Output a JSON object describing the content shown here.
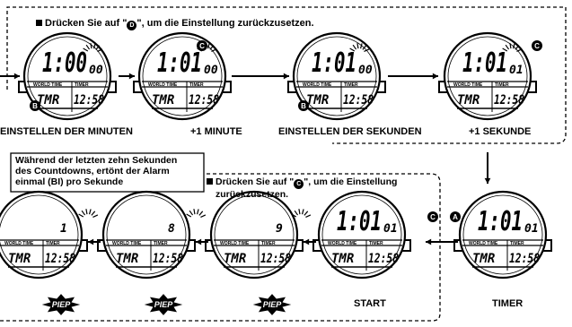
{
  "top_instruction": {
    "pre": "Drücken Sie auf \"",
    "button": "D",
    "post": "\", um die Einstellung zurückzusetzen."
  },
  "bottom_instruction": {
    "line1_pre": "Drücken Sie auf \"",
    "button": "C",
    "line1_post": "\", um die Einstellung",
    "line2": "zurückzusetzen."
  },
  "note_box": {
    "lines": [
      "Während der letzten zehn Sekunden",
      "des Countdowns, ertönt der Alarm",
      "einmal (BI) pro Sekunde"
    ]
  },
  "top_labels": [
    "EINSTELLEN DER MINUTEN",
    "+1 MINUTE",
    "EINSTELLEN DER SEKUNDEN",
    "+1 SEKUNDE"
  ],
  "bottom_labels": {
    "start": "START",
    "timer": "TIMER"
  },
  "piep": "PIEP",
  "buttons": {
    "A": "A",
    "B": "B",
    "C": "C",
    "D": "D"
  },
  "watches": [
    {
      "main": "1:00",
      "small": "00",
      "tab1": "WORLD TIME",
      "tab2": "TIMER",
      "bottom_left": "TMR",
      "bottom_right": "12:58"
    },
    {
      "main": "1:01",
      "small": "00",
      "tab1": "WORLD TIME",
      "tab2": "TIMER",
      "bottom_left": "TMR",
      "bottom_right": "12:58"
    },
    {
      "main": "1:01",
      "small": "00",
      "tab1": "WORLD TIME",
      "tab2": "TIMER",
      "bottom_left": "TMR",
      "bottom_right": "12:58"
    },
    {
      "main": "1:01",
      "small": "01",
      "tab1": "WORLD TIME",
      "tab2": "TIMER",
      "bottom_left": "TMR",
      "bottom_right": "12:58"
    },
    {
      "main": "1:01",
      "small": "01",
      "tab1": "WORLD TIME",
      "tab2": "TIMER",
      "bottom_left": "TMR",
      "bottom_right": "12:58"
    },
    {
      "main": "1:01",
      "small": "01",
      "tab1": "WORLD TIME",
      "tab2": "TIMER",
      "bottom_left": "TMR",
      "bottom_right": "12:58"
    },
    {
      "main": "",
      "small": "9",
      "tab1": "WORLD TIME",
      "tab2": "TIMER",
      "bottom_left": "TMR",
      "bottom_right": "12:58"
    },
    {
      "main": "",
      "small": "8",
      "tab1": "WORLD TIME",
      "tab2": "TIMER",
      "bottom_left": "TMR",
      "bottom_right": "12:58"
    },
    {
      "main": "",
      "small": "1",
      "tab1": "WORLD TIME",
      "tab2": "TIMER",
      "bottom_left": "TMR",
      "bottom_right": "12:58"
    }
  ]
}
